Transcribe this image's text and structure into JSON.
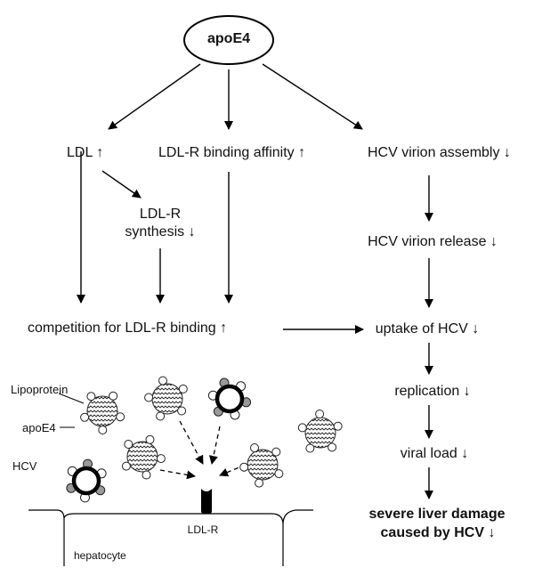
{
  "root": "apoE4",
  "branch": {
    "ldl": "LDL ↑",
    "ldlr_affinity": "LDL-R binding affinity ↑",
    "virion_assembly": "HCV virion assembly ↓"
  },
  "ldlr_synthesis": [
    "LDL-R",
    "synthesis ↓"
  ],
  "virion_release": "HCV virion release ↓",
  "competition": "competition for LDL-R binding ↑",
  "uptake": "uptake of HCV ↓",
  "replication": "replication ↓",
  "viral_load": "viral load ↓",
  "outcome": [
    "severe liver damage",
    "caused  by HCV ↓"
  ],
  "legend": {
    "lipoprotein": "Lipoprotein",
    "apoe4": "apoE4",
    "hcv": "HCV"
  },
  "cell": {
    "receptor": "LDL-R",
    "hepatocyte": "hepatocyte"
  }
}
